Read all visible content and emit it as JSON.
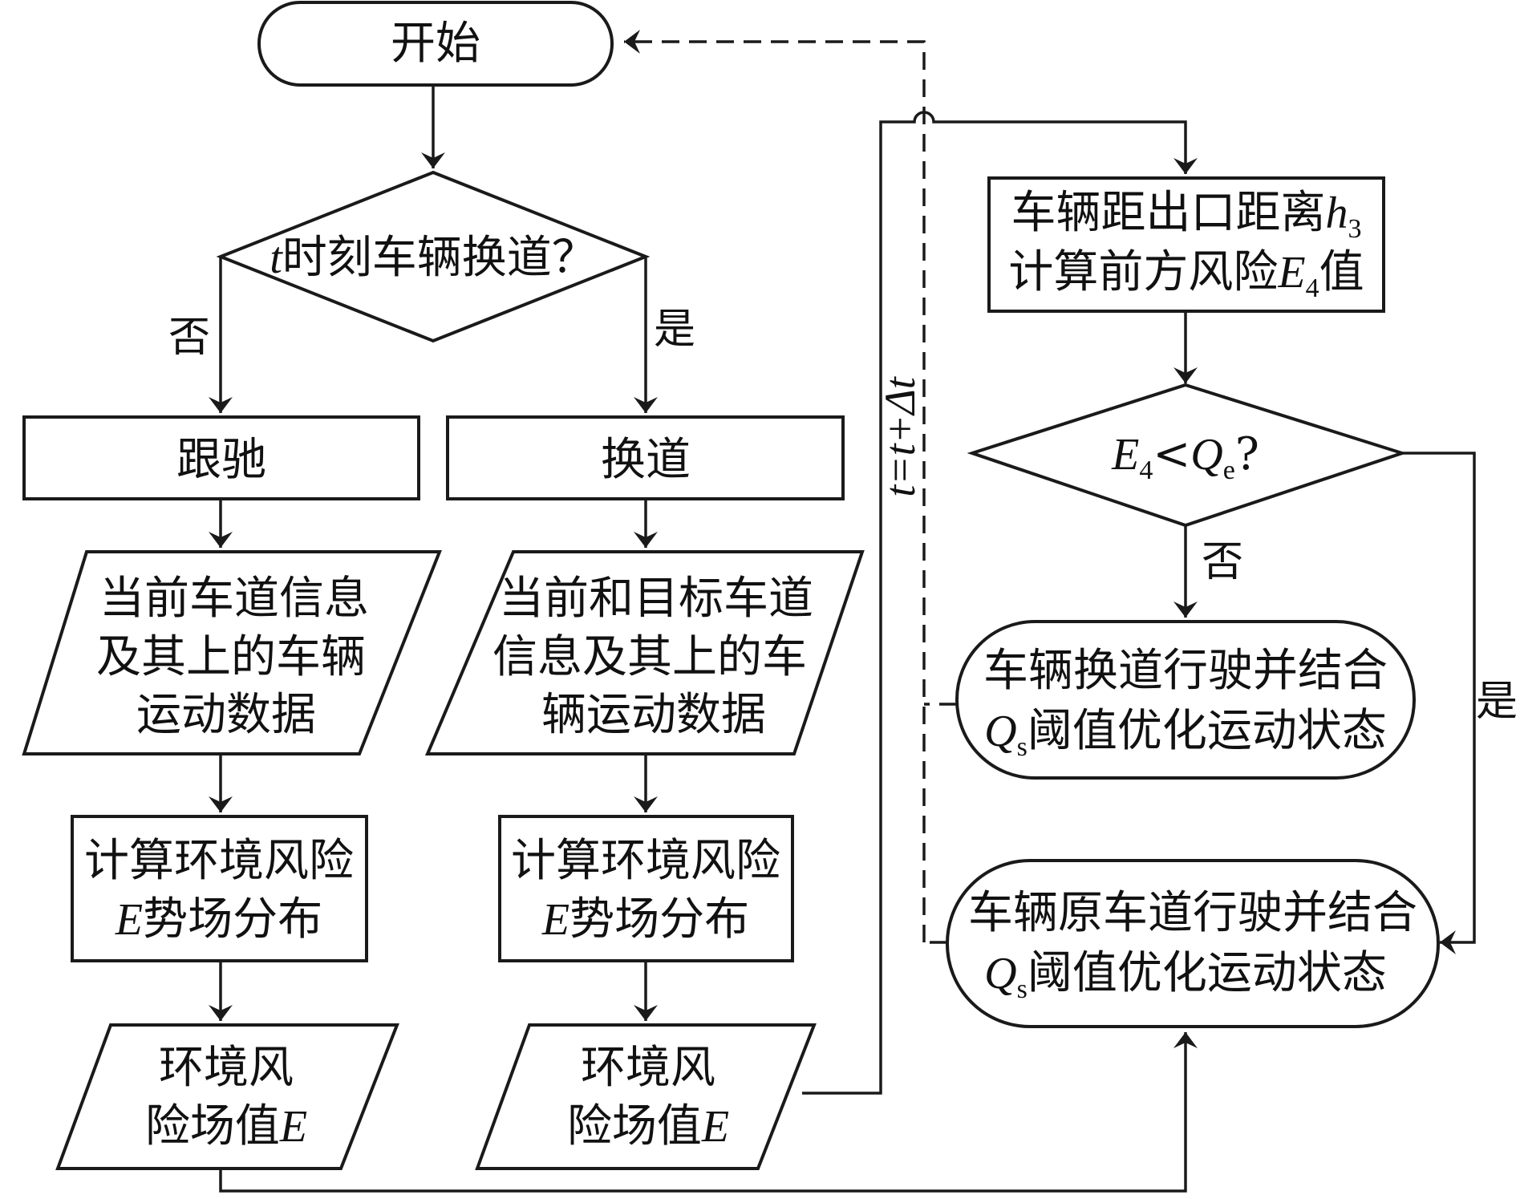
{
  "nodes": {
    "start": {
      "label": "开始"
    },
    "decision_change": {
      "var": "t",
      "label": "时刻车辆换道？"
    },
    "follow": {
      "label": "跟驰"
    },
    "lane_change": {
      "label": "换道"
    },
    "data_left": {
      "lines": [
        "当前车道信息",
        "及其上的车辆",
        "运动数据"
      ]
    },
    "data_right": {
      "lines": [
        "当前和目标车道",
        "信息及其上的车",
        "辆运动数据"
      ]
    },
    "calc_left": {
      "line1": "计算环境风险",
      "var": "E",
      "line2": "势场分布"
    },
    "calc_right": {
      "line1": "计算环境风险",
      "var": "E",
      "line2": "势场分布"
    },
    "value_left": {
      "line1": "环境风",
      "line2": "险场值",
      "var": "E"
    },
    "value_right": {
      "line1": "环境风",
      "line2": "险场值",
      "var": "E"
    },
    "exit_calc": {
      "line1": "车辆距出口距离",
      "line1_var": "h",
      "line1_sub": "3",
      "line2": "计算前方风险",
      "line2_var": "E",
      "line2_sub": "4",
      "line2_end": "值"
    },
    "decision_risk": {
      "var1": "E",
      "sub1": "4",
      "op": "<",
      "var2": "Q",
      "sub2": "e",
      "end": "?"
    },
    "opt_change": {
      "line1": "车辆换道行驶并结合",
      "var": "Q",
      "sub": "s",
      "line2": "阈值优化运动状态"
    },
    "opt_keep": {
      "line1": "车辆原车道行驶并结合",
      "var": "Q",
      "sub": "s",
      "line2": "阈值优化运动状态"
    }
  },
  "edge_labels": {
    "no_left": "否",
    "yes_right": "是",
    "no_down": "否",
    "yes_side": "是"
  },
  "loop_label": "t=t+Δt"
}
